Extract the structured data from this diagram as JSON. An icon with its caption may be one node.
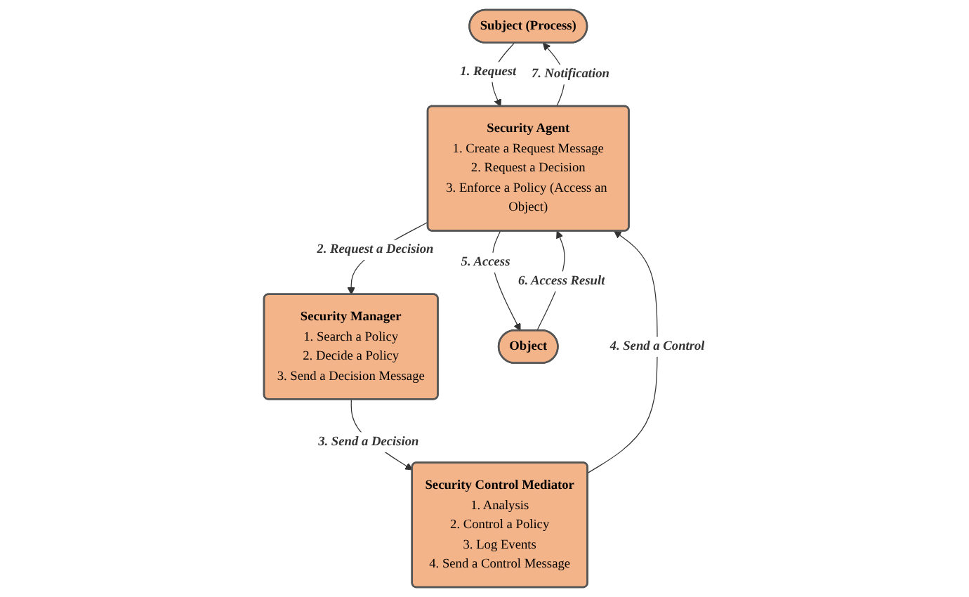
{
  "diagram": {
    "nodes": [
      {
        "text": [
          "Subject (Process)"
        ]
      },
      {
        "text": [
          "Security Agent",
          "1. Create a Request Message",
          "2. Request a Decision",
          "3. Enforce a Policy (Access an Object)"
        ]
      },
      {
        "text": [
          "Security Manager",
          "1. Search a Policy",
          "2. Decide a Policy",
          "3. Send a Decision Message"
        ]
      },
      {
        "text": [
          "Security Control Mediator",
          "1. Analysis",
          "2. Control a Policy",
          "3. Log Events",
          "4. Send a Control Message"
        ]
      },
      {
        "text": [
          "Object"
        ]
      }
    ],
    "edges": [
      {
        "from": 0,
        "to": 1,
        "arrow": "to",
        "label": "1. Request"
      },
      {
        "from": 1,
        "to": 0,
        "arrow": "to",
        "label": "7. Notification"
      },
      {
        "from": 1,
        "to": 2,
        "arrow": "to",
        "label": "2. Request a Decision"
      },
      {
        "from": 2,
        "to": 3,
        "arrow": "to",
        "label": "3. Send a Decision"
      },
      {
        "from": 3,
        "to": 1,
        "arrow": "to",
        "label": "4. Send a Control"
      },
      {
        "from": 1,
        "to": 4,
        "arrow": "to",
        "label": "5. Access"
      },
      {
        "from": 4,
        "to": 1,
        "arrow": "to",
        "label": "6. Access Result"
      }
    ]
  }
}
